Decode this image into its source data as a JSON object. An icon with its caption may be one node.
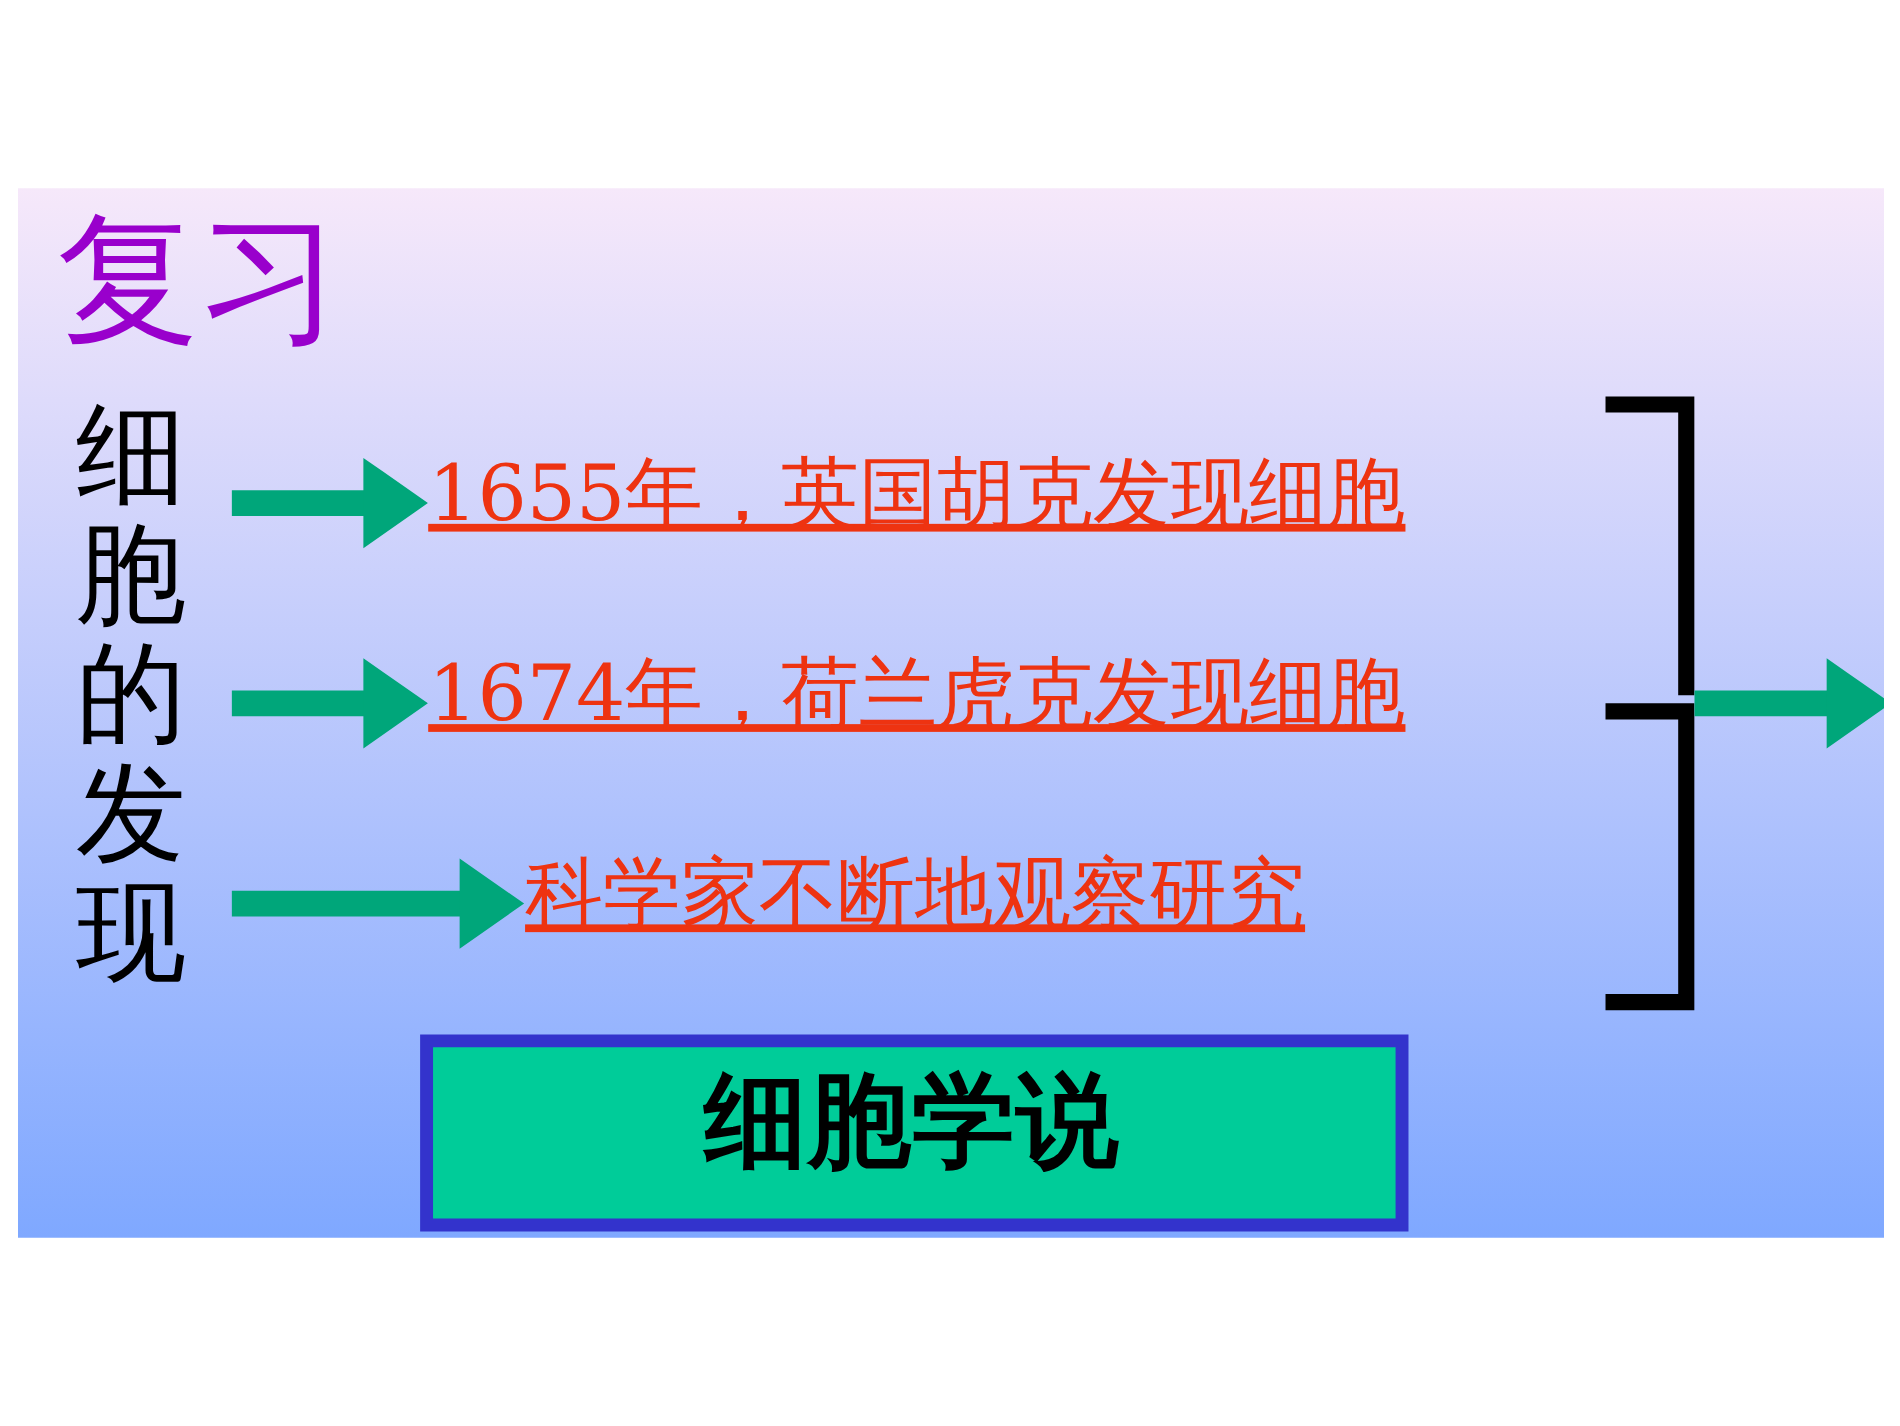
{
  "diagram": {
    "title": "复习",
    "nodes": [
      {
        "text": [
          "细胞的发现"
        ]
      },
      {
        "text": [
          "1655年，英国胡克发现细胞"
        ]
      },
      {
        "text": [
          "1674年，荷兰虎克发现细胞"
        ]
      },
      {
        "text": [
          "科学家不断地观察研究"
        ]
      },
      {
        "text": [],
        "shape": "bracket"
      },
      {
        "text": [
          "细胞学说"
        ]
      }
    ],
    "edges": [
      {
        "from": 0,
        "to": 1,
        "arrow": "to"
      },
      {
        "from": 0,
        "to": 2,
        "arrow": "to"
      },
      {
        "from": 0,
        "to": 3,
        "arrow": "to"
      },
      {
        "from": 4,
        "to": null,
        "arrow": "to"
      }
    ]
  }
}
